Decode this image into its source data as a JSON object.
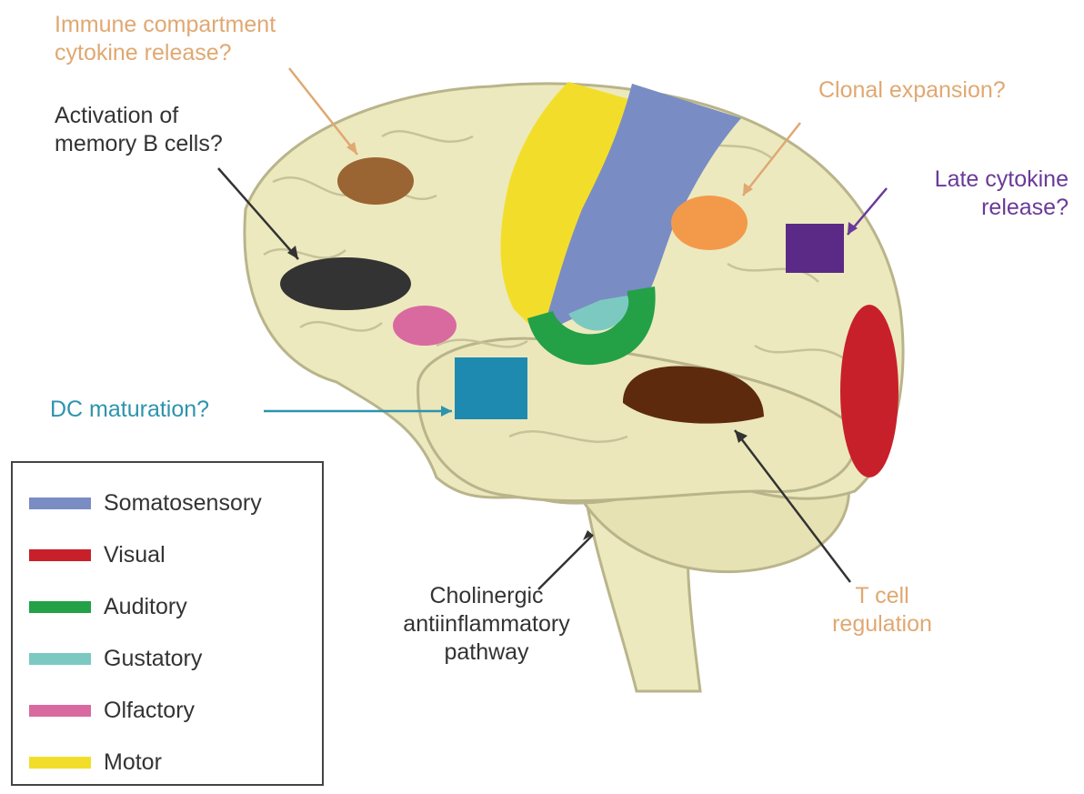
{
  "colors": {
    "somatosensory": "#7a8cc4",
    "visual": "#c8202a",
    "auditory": "#24a047",
    "gustatory": "#7cc9c2",
    "olfactory": "#d96aa0",
    "motor": "#f2de2a",
    "immune_brown": "#9b6433",
    "memory_black": "#333333",
    "clonal_orange": "#f39a4a",
    "late_purple": "#5b2a86",
    "dc_teal": "#1f8ab0",
    "tcell_brown": "#5e2a0d",
    "label_orange": "#e0a872",
    "label_purple": "#6a3a98",
    "label_teal": "#2e93ad",
    "label_dark": "#333333",
    "brain_fill": "#ece9bf",
    "brain_stroke": "#b9b48a"
  },
  "labels": {
    "immune": "Immune compartment\ncytokine release?",
    "memory": "Activation of\nmemory B cells?",
    "clonal": "Clonal expansion?",
    "late": "Late cytokine\nrelease?",
    "dc": "DC maturation?",
    "cholinergic": "Cholinergic\nantiinflammatory\npathway",
    "tcell": "T cell\nregulation"
  },
  "legend": [
    {
      "label": "Somatosensory",
      "color": "#7a8cc4"
    },
    {
      "label": "Visual",
      "color": "#c8202a"
    },
    {
      "label": "Auditory",
      "color": "#24a047"
    },
    {
      "label": "Gustatory",
      "color": "#7cc9c2"
    },
    {
      "label": "Olfactory",
      "color": "#d96aa0"
    },
    {
      "label": "Motor",
      "color": "#f2de2a"
    }
  ]
}
